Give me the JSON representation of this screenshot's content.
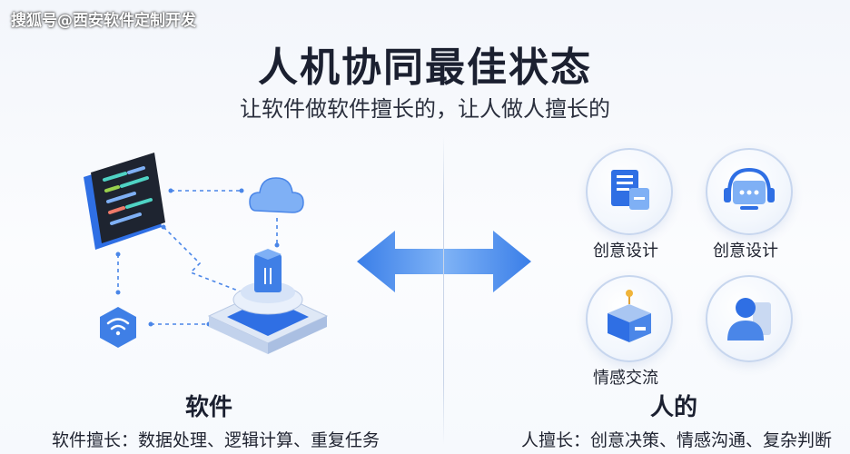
{
  "watermark": "搜狐号@西安软件定制开发",
  "title": "人机协同最佳状态",
  "subtitle": "让软件做软件擅长的，让人做人擅长的",
  "software": {
    "title": "软件",
    "desc": "软件擅长：数据处理、逻辑计算、重复任务"
  },
  "human": {
    "title": "人的",
    "desc": "人擅长：创意决策、情感沟通、复杂判断",
    "items": [
      {
        "label": "创意设计",
        "icon": "document-icon"
      },
      {
        "label": "创意设计",
        "icon": "headset-icon"
      },
      {
        "label": "情感交流",
        "icon": "robot-box-icon"
      },
      {
        "label": "",
        "icon": "person-icon"
      }
    ]
  },
  "colors": {
    "accent": "#2f6fe4",
    "accent_light": "#7fb0f5",
    "dark_panel": "#1e2430"
  }
}
